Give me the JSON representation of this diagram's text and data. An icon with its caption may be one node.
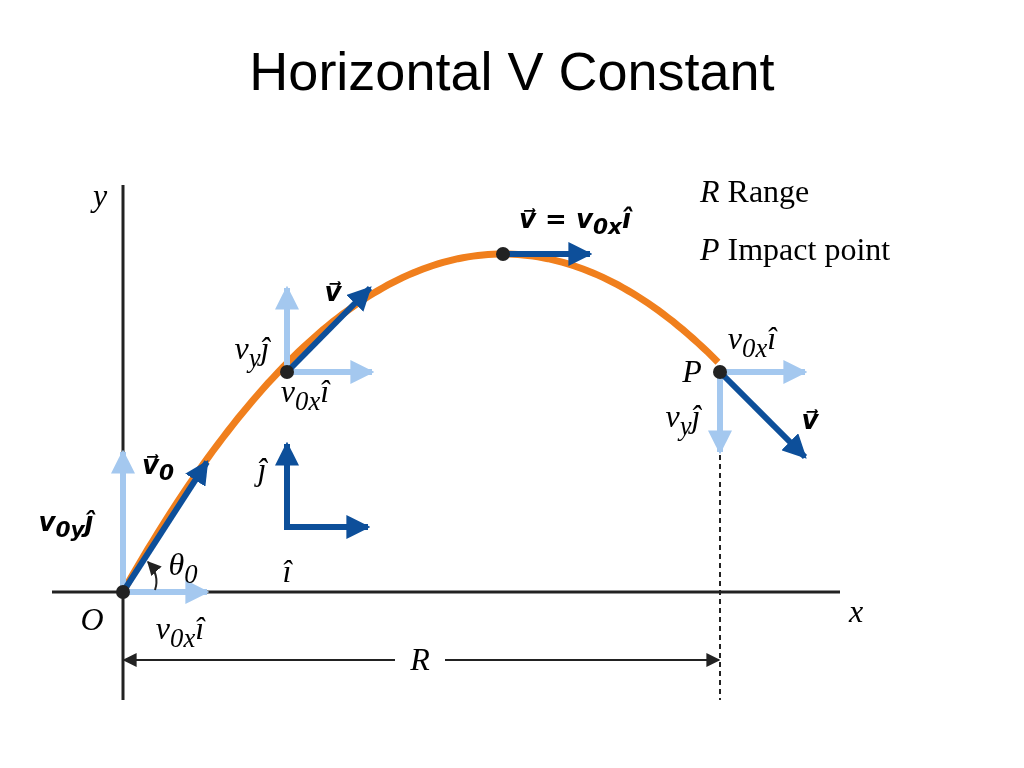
{
  "diagram": {
    "title": "Horizontal V Constant",
    "labels": [
      "y",
      "*R* Range",
      "v⃗ = v$_{0x}$î",
      "*P* Impact point",
      "v⃗",
      "v$_{y}$ĵ",
      "v$_{0x}$î",
      "P",
      "v$_{0x}$î",
      "v$_{y}$ĵ",
      "v⃗",
      "v⃗$_{0}$",
      "ĵ",
      "v$_{0y}$ĵ",
      "θ$_{0}$",
      "î",
      "O",
      "v$_{0x}$î",
      "x",
      "R"
    ]
  }
}
